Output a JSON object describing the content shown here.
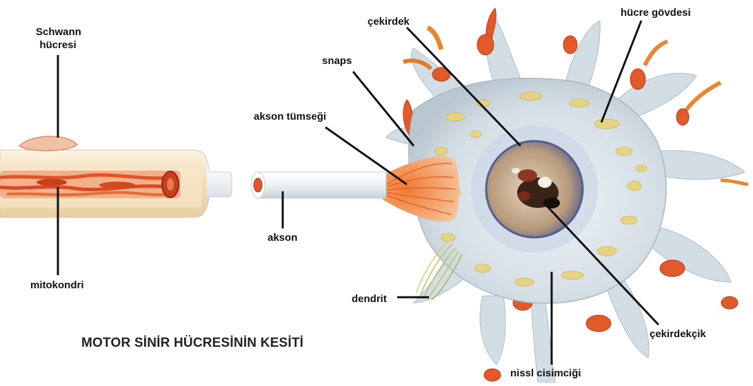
{
  "title": "MOTOR SİNİR HÜCRESİNİN KESİTİ",
  "labels": {
    "schwann_line1": "Schwann",
    "schwann_line2": "hücresi",
    "mitochondria": "mitokondri",
    "axon": "akson",
    "axon_hillock": "akson tümseği",
    "synapse": "snaps",
    "nucleus": "çekirdek",
    "cell_body": "hücre gövdesi",
    "dendrite": "dendrit",
    "nucleolus": "çekirdekçik",
    "nissl_body": "nissl cisimciği"
  },
  "colors": {
    "axon_tube": "#f3ead6",
    "myelin": "#f1cba0",
    "mito": "#e8602c",
    "cytoplasm": "#d8e0e6",
    "nissl": "#e4cf72",
    "synaptic_knob": "#e05a2b",
    "nucleus": "#c7a98c"
  }
}
